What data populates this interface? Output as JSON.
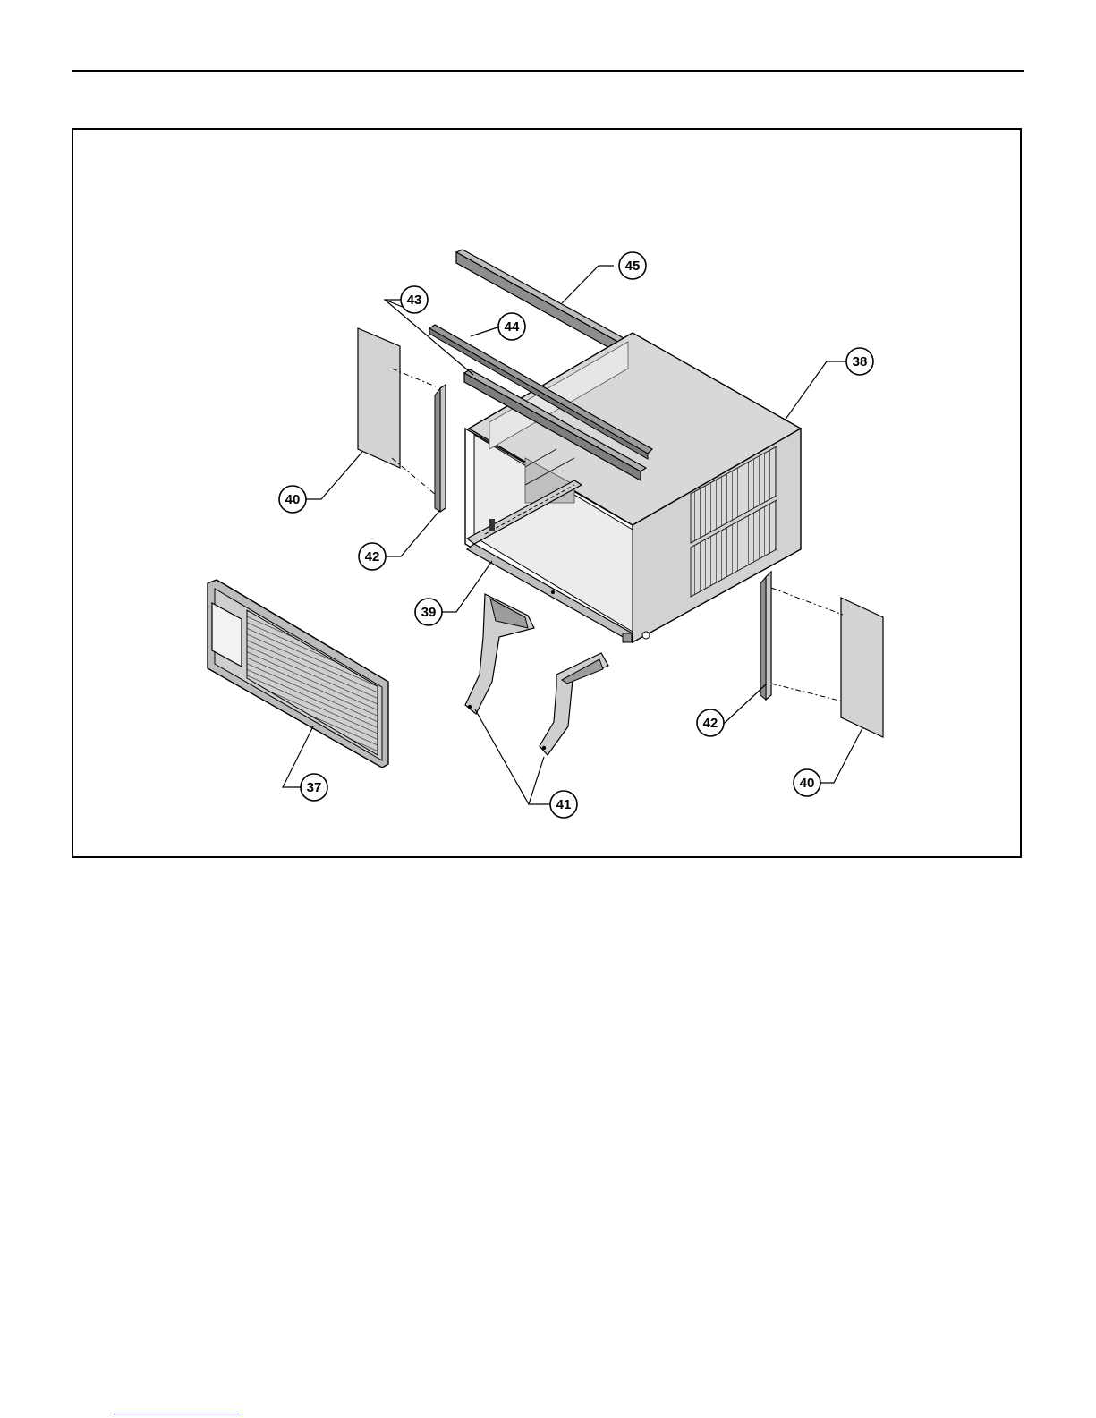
{
  "diagram": {
    "callouts": [
      {
        "id": "c37",
        "label": "37"
      },
      {
        "id": "c38",
        "label": "38"
      },
      {
        "id": "c39",
        "label": "39"
      },
      {
        "id": "c40a",
        "label": "40"
      },
      {
        "id": "c40b",
        "label": "40"
      },
      {
        "id": "c41",
        "label": "41"
      },
      {
        "id": "c42a",
        "label": "42"
      },
      {
        "id": "c42b",
        "label": "42"
      },
      {
        "id": "c43",
        "label": "43"
      },
      {
        "id": "c44",
        "label": "44"
      },
      {
        "id": "c45",
        "label": "45"
      }
    ]
  },
  "colors": {
    "part_fill": "#d6d6d6",
    "part_dark": "#8a8a8a",
    "line": "#000000",
    "link": "#2b2bff"
  }
}
